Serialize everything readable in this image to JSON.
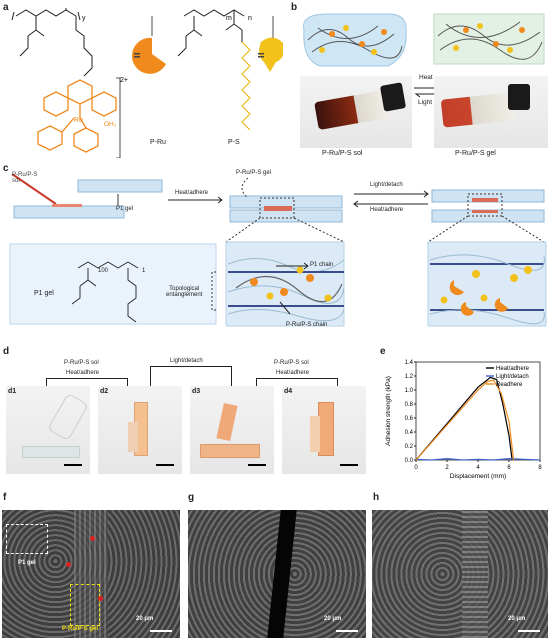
{
  "labels": {
    "a": "a",
    "b": "b",
    "c": "c",
    "d": "d",
    "e": "e",
    "f": "f",
    "g": "g",
    "h": "h"
  },
  "panel_a": {
    "y_label": "y",
    "charge": "2+",
    "h2o": "OH₂",
    "ru": "Ru",
    "m": "m",
    "n": "n",
    "pru_name": "P-Ru",
    "ps_name": "P-S"
  },
  "panel_b": {
    "heat": "Heat",
    "light": "Light",
    "sol_caption": "P-Ru/P-S sol",
    "gel_caption": "P-Ru/P-S gel"
  },
  "panel_c": {
    "sol_label": "P-Ru/P-S\nsol",
    "p1gel_top": "P1 gel",
    "heat_adhere": "Heat/adhere",
    "gel_label": "P-Ru/P-S gel",
    "light_detach": "Light/detach",
    "heat_adhere_2": "Heat/adhere",
    "p1gel_box": "P1 gel",
    "subscript_100": "100",
    "subscript_1": "1",
    "topo": "Topological\nentanglement",
    "p1_chain": "P1 chain",
    "pru_chain": "P-Ru/P-S chain"
  },
  "panel_d": {
    "d1": "d1",
    "d2": "d2",
    "d3": "d3",
    "d4": "d4",
    "step1_top": "P-Ru/P-S sol",
    "step1_bottom": "Heat/adhere",
    "step2": "Light/detach",
    "step3_top": "P-Ru/P-S sol",
    "step3_bottom": "Heat/adhere"
  },
  "panel_e": {
    "ylabel": "Adhesion strength (kPa)",
    "xlabel": "Displacement (mm)"
  },
  "chart_data": {
    "type": "line",
    "xlabel": "Displacement (mm)",
    "ylabel": "Adhesion strength (kPa)",
    "xlim": [
      0,
      8
    ],
    "ylim": [
      0,
      1.4
    ],
    "xticks": [
      "0",
      "2",
      "4",
      "6",
      "8"
    ],
    "yticks": [
      "0.0",
      "0.2",
      "0.4",
      "0.6",
      "0.8",
      "1.0",
      "1.2",
      "1.4"
    ],
    "legend_position": "top-right",
    "series": [
      {
        "name": "Heat/adhere",
        "color": "#000000",
        "x": [
          0,
          1,
          2,
          3,
          4,
          4.8,
          5.2,
          5.6,
          6.0,
          6.2
        ],
        "y": [
          0,
          0.26,
          0.52,
          0.78,
          1.04,
          1.18,
          1.15,
          0.8,
          0.35,
          0
        ]
      },
      {
        "name": "Light/detach",
        "color": "#3a62c9",
        "x": [
          0,
          1,
          2,
          3,
          4,
          5,
          6,
          7,
          8
        ],
        "y": [
          0.01,
          0.0,
          0.02,
          0.0,
          0.01,
          0.0,
          0.02,
          0.01,
          0.0
        ]
      },
      {
        "name": "Readhere",
        "color": "#f08a1c",
        "x": [
          0,
          1,
          2,
          3,
          4,
          4.6,
          5.0,
          5.5,
          6.0,
          6.3
        ],
        "y": [
          0,
          0.25,
          0.5,
          0.75,
          1.0,
          1.12,
          1.14,
          0.95,
          0.55,
          0
        ]
      }
    ]
  },
  "panel_f": {
    "p1gel": "P1 gel",
    "prugel": "P-Ru/P-S gel",
    "scale": "20 μm"
  },
  "panel_g": {
    "scale": "20 μm"
  },
  "panel_h": {
    "scale": "20 μm"
  },
  "colors": {
    "orange": "#f08a1c",
    "yellow": "#f2c21a",
    "blue_gel": "#bcd9ef"
  }
}
